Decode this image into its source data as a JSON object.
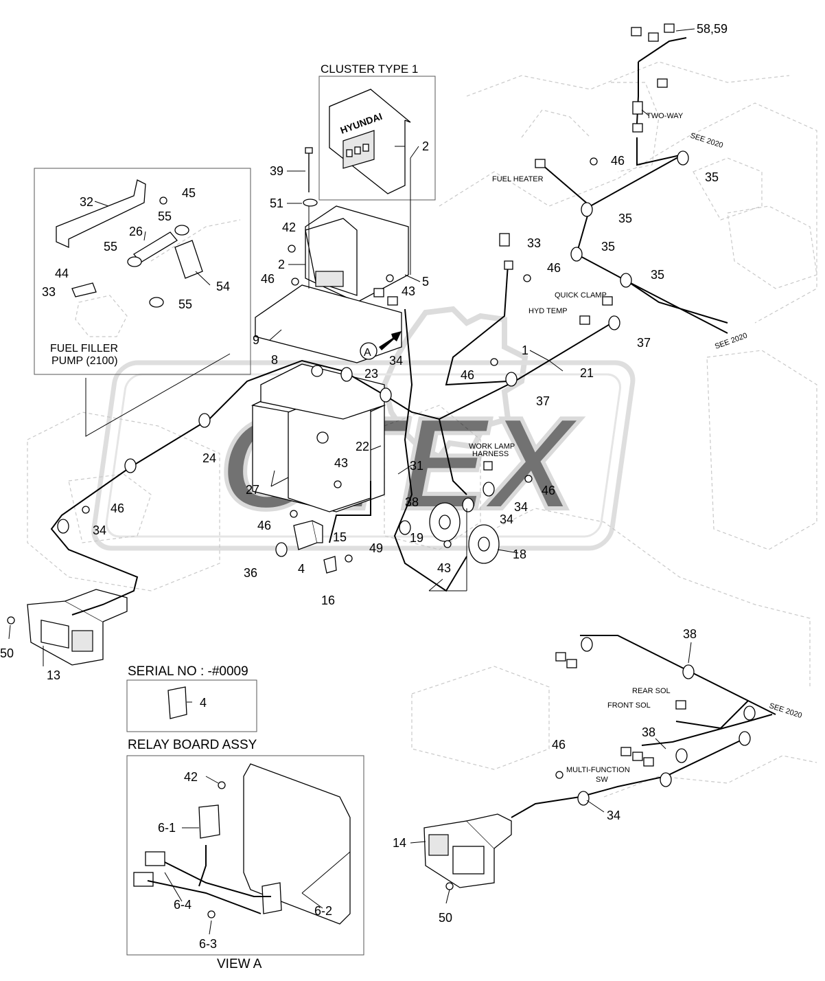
{
  "headings": {
    "cluster_type": "CLUSTER TYPE 1",
    "fuel_filler": "FUEL FILLER",
    "fuel_filler_pump": "PUMP (2100)",
    "serial_no": "SERIAL NO : -#0009",
    "relay_board": "RELAY BOARD ASSY",
    "view_a": "VIEW A",
    "view_marker": "A"
  },
  "callouts": {
    "c58_59": "58,59",
    "two_way": "TWO-WAY",
    "see2020_a": "SEE 2020",
    "see2020_b": "SEE 2020",
    "see2020_c": "SEE 2020",
    "c46_a": "46",
    "fuel_heater": "FUEL HEATER",
    "c35_a": "35",
    "c35_b": "35",
    "c35_c": "35",
    "c35_d": "35",
    "c2_a": "2",
    "c39": "39",
    "c51": "51",
    "c42_a": "42",
    "c2_b": "2",
    "c46_b": "46",
    "c5": "5",
    "c43_a": "43",
    "c33_a": "33",
    "c46_c": "46",
    "quick_clamp": "QUICK CLAMP",
    "hyd_temp": "HYD TEMP",
    "c37_a": "37",
    "c9": "9",
    "c34_a": "34",
    "c1": "1",
    "c21": "21",
    "c46_d": "46",
    "c37_b": "37",
    "c8": "8",
    "c23": "23",
    "c32": "32",
    "c45": "45",
    "c55_a": "55",
    "c26": "26",
    "c55_b": "55",
    "c44": "44",
    "c54": "54",
    "c33_b": "33",
    "c55_c": "55",
    "c22": "22",
    "c24": "24",
    "c43_b": "43",
    "c31": "31",
    "work_lamp_1": "WORK LAMP",
    "work_lamp_2": "HARNESS",
    "c27": "27",
    "c46_e": "46",
    "c34_b": "34",
    "c46_f": "46",
    "c38_a": "38",
    "c34_c": "34",
    "c34_d": "34",
    "c19": "19",
    "c15": "15",
    "c49": "49",
    "c18": "18",
    "c36": "36",
    "c4_a": "4",
    "c43_c": "43",
    "c16": "16",
    "c50_a": "50",
    "c13": "13",
    "c4_b": "4",
    "c38_b": "38",
    "rear_sol": "REAR SOL",
    "front_sol": "FRONT SOL",
    "c38_c": "38",
    "c46_g": "46",
    "multi_1": "MULTI-FUNCTION",
    "multi_2": "SW",
    "c34_e": "34",
    "c14": "14",
    "c50_b": "50",
    "c42_b": "42",
    "c6_1": "6-1",
    "c6_4": "6-4",
    "c6_2": "6-2",
    "c6_3": "6-3"
  },
  "cluster_logo": "HYUNDAI",
  "watermark": "OTEX"
}
